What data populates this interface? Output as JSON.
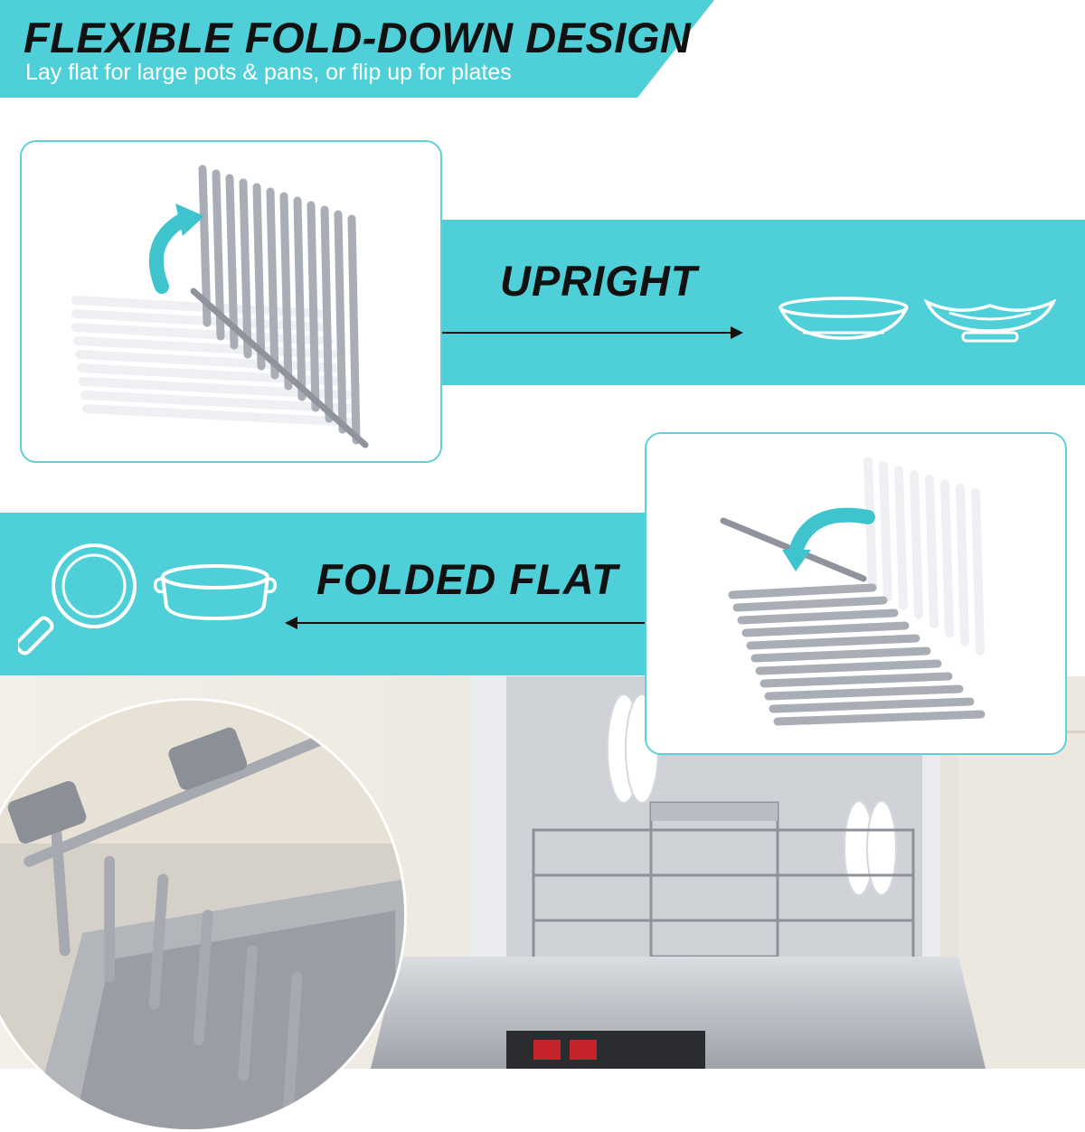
{
  "header": {
    "title": "FLEXIBLE FOLD-DOWN DESIGN",
    "subtitle": "Lay flat for large pots & pans, or flip up for plates"
  },
  "upright": {
    "label": "UPRIGHT",
    "icons": [
      "plate-icon",
      "bowl-icon"
    ]
  },
  "folded_flat": {
    "label": "FOLDED FLAT",
    "icons": [
      "frying-pan-icon",
      "baking-dish-icon"
    ]
  },
  "photo": {
    "subject": "dishwasher-photo"
  },
  "colors": {
    "teal": "#4fcfd7",
    "title_text": "#111111",
    "subtitle_text": "#ffffff",
    "rack_grey": "#a9adb6"
  }
}
